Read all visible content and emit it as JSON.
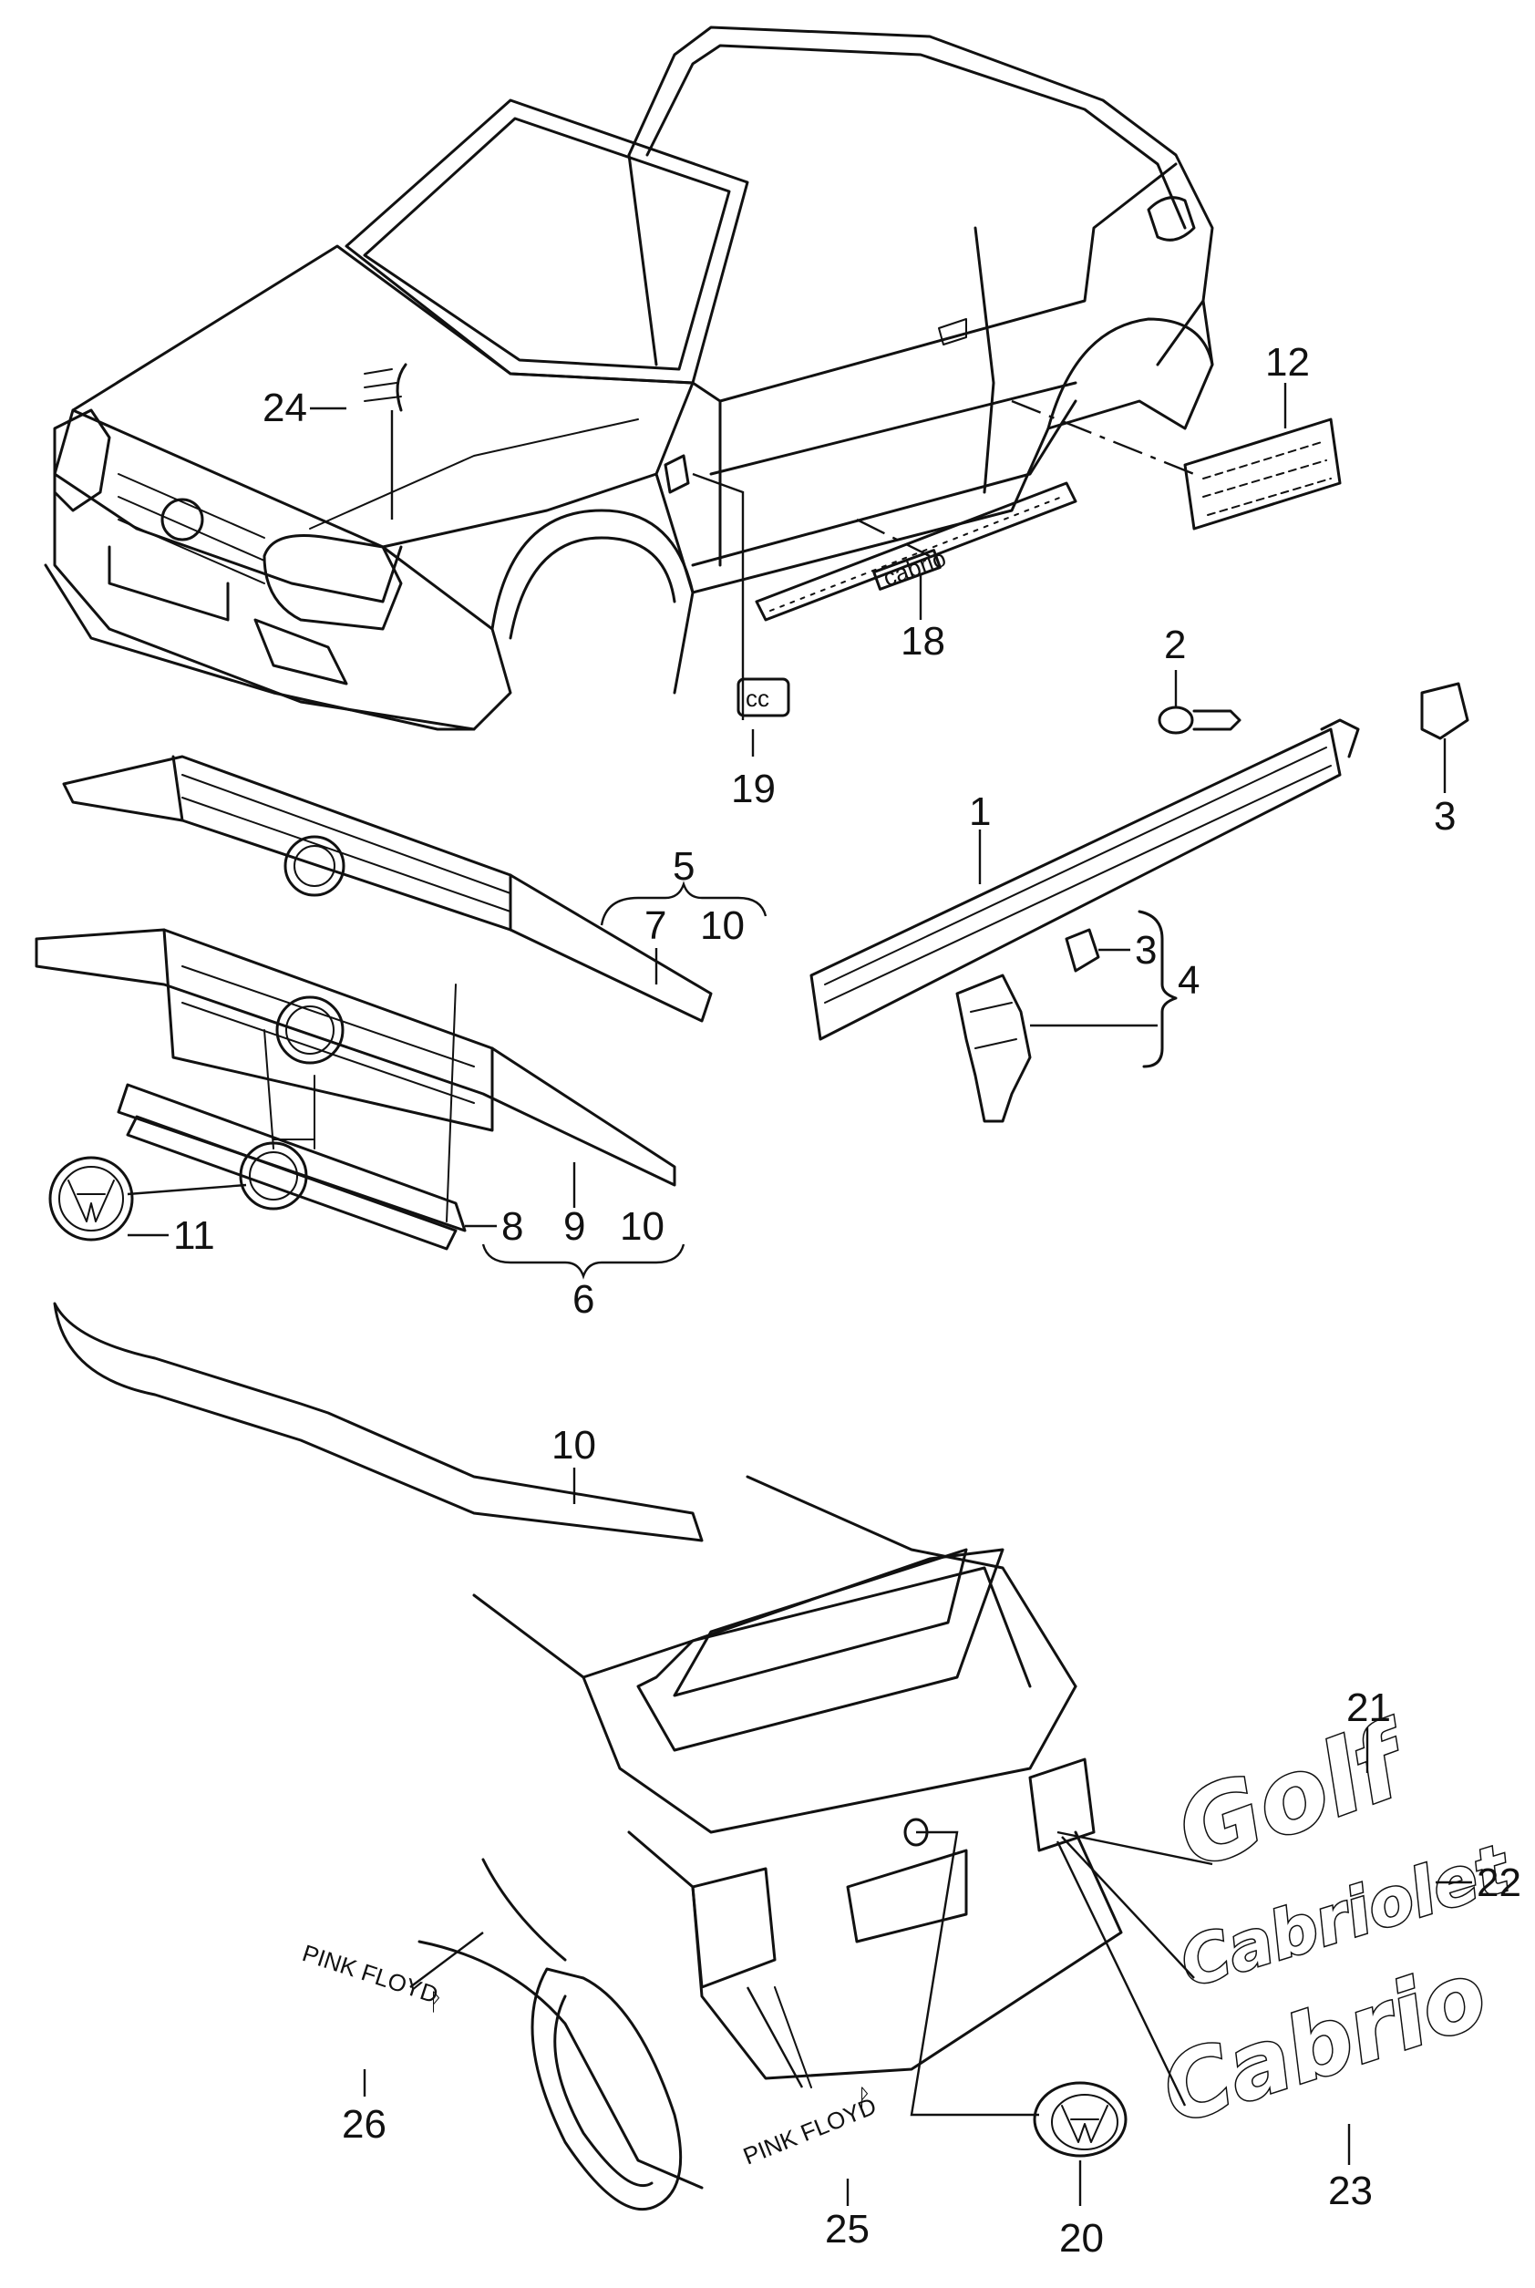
{
  "callouts": {
    "c1": "1",
    "c2": "2",
    "c3a": "3",
    "c3b": "3",
    "c4": "4",
    "c5": "5",
    "c6": "6",
    "c7": "7",
    "c8": "8",
    "c9": "9",
    "c10a": "10",
    "c10b": "10",
    "c10c": "10",
    "c11": "11",
    "c12": "12",
    "c18": "18",
    "c19": "19",
    "c20": "20",
    "c21": "21",
    "c22": "22",
    "c23": "23",
    "c24": "24",
    "c25": "25",
    "c26": "26"
  },
  "emblems": {
    "golf": "Golf",
    "cabriolet": "Cabriolet",
    "cabrio": "Cabrio",
    "sill_badge": "cabrio",
    "side_badge": "cc"
  },
  "markings": {
    "pf_left": "PINK FLOYD",
    "pf_right": "PINK FLOYD",
    "rune": "ᚹ"
  }
}
